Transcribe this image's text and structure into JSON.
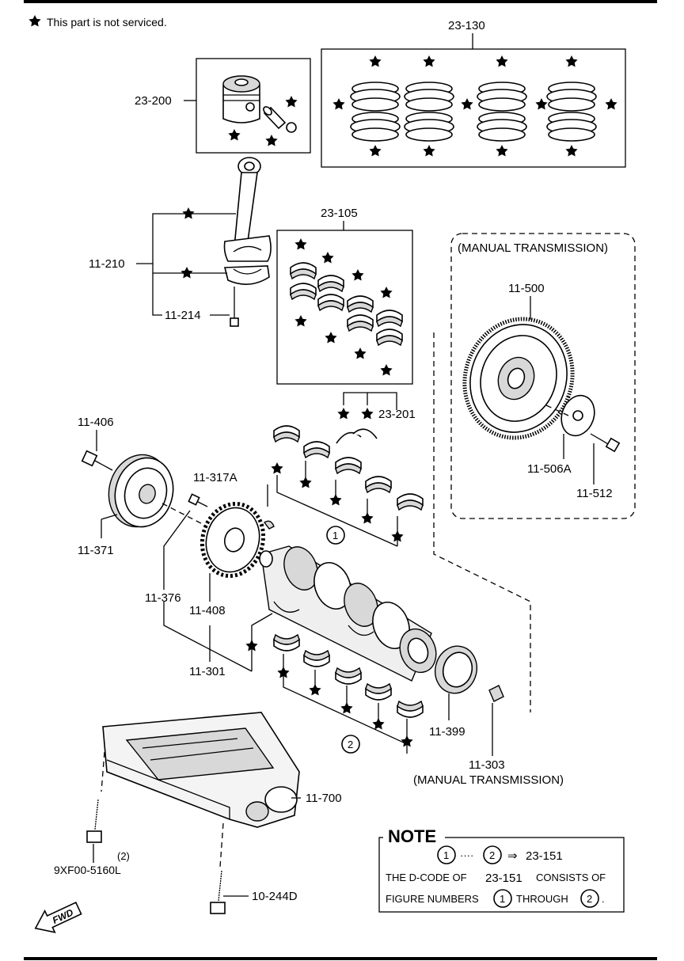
{
  "legend": {
    "star_text": "This part is not serviced."
  },
  "labels": {
    "l_23_130": "23-130",
    "l_23_200": "23-200",
    "l_11_210": "11-210",
    "l_11_214": "11-214",
    "l_23_105": "23-105",
    "l_manual_top": "(MANUAL TRANSMISSION)",
    "l_11_500": "11-500",
    "l_23_201": "23-201",
    "l_11_406": "11-406",
    "l_11_317a": "11-317A",
    "l_11_506a": "11-506A",
    "l_11_512": "11-512",
    "l_11_371": "11-371",
    "l_11_376": "11-376",
    "l_11_408": "11-408",
    "l_11_301": "11-301",
    "l_11_399": "11-399",
    "l_11_303": "11-303",
    "l_manual_bottom": "(MANUAL TRANSMISSION)",
    "l_11_700": "11-700",
    "l_9xf00": "9XF00-5160L",
    "l_qty2": "(2)",
    "l_10_244d": "10-244D",
    "fig1": "1",
    "fig2": "2"
  },
  "note": {
    "title": "NOTE",
    "line1_c1": "1",
    "line1_dots": "····",
    "line1_c2": "2",
    "line1_arrow": "⇒",
    "line1_code": "23-151",
    "line2_a": "THE D-CODE OF",
    "line2_code": "23-151",
    "line2_b": "CONSISTS OF",
    "line3_a": "FIGURE NUMBERS",
    "line3_c1": "1",
    "line3_b": "THROUGH",
    "line3_c2": "2",
    "line3_end": "."
  },
  "fwd": {
    "text": "FWD"
  },
  "icons": [
    "star-icon",
    "fwd-arrow-icon"
  ]
}
